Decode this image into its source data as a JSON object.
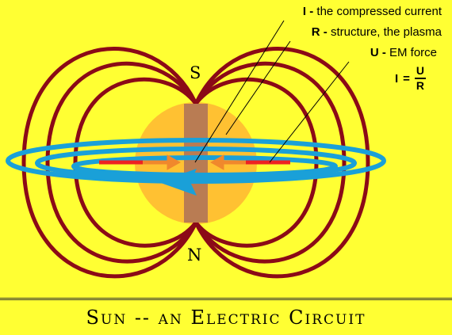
{
  "colors": {
    "background": "#ffff33",
    "field_lines": "#8b0a17",
    "sun": "#ffc132",
    "plasma_column": "#b97c53",
    "current_ring": "#1aa0d8",
    "em_force_arrow": "#f0882c",
    "red_bar": "#ee2222"
  },
  "legend": {
    "i": {
      "symbol": "I -",
      "text": "the compressed current"
    },
    "r": {
      "symbol": "R -",
      "text": "structure, the plasma"
    },
    "u": {
      "symbol": "U -",
      "text": "EM force"
    }
  },
  "formula": {
    "lhs": "I",
    "eq": "=",
    "numerator": "U",
    "denominator": "R"
  },
  "poles": {
    "south": "S",
    "north": "N"
  },
  "title": "Sun -- an Electric Circuit"
}
